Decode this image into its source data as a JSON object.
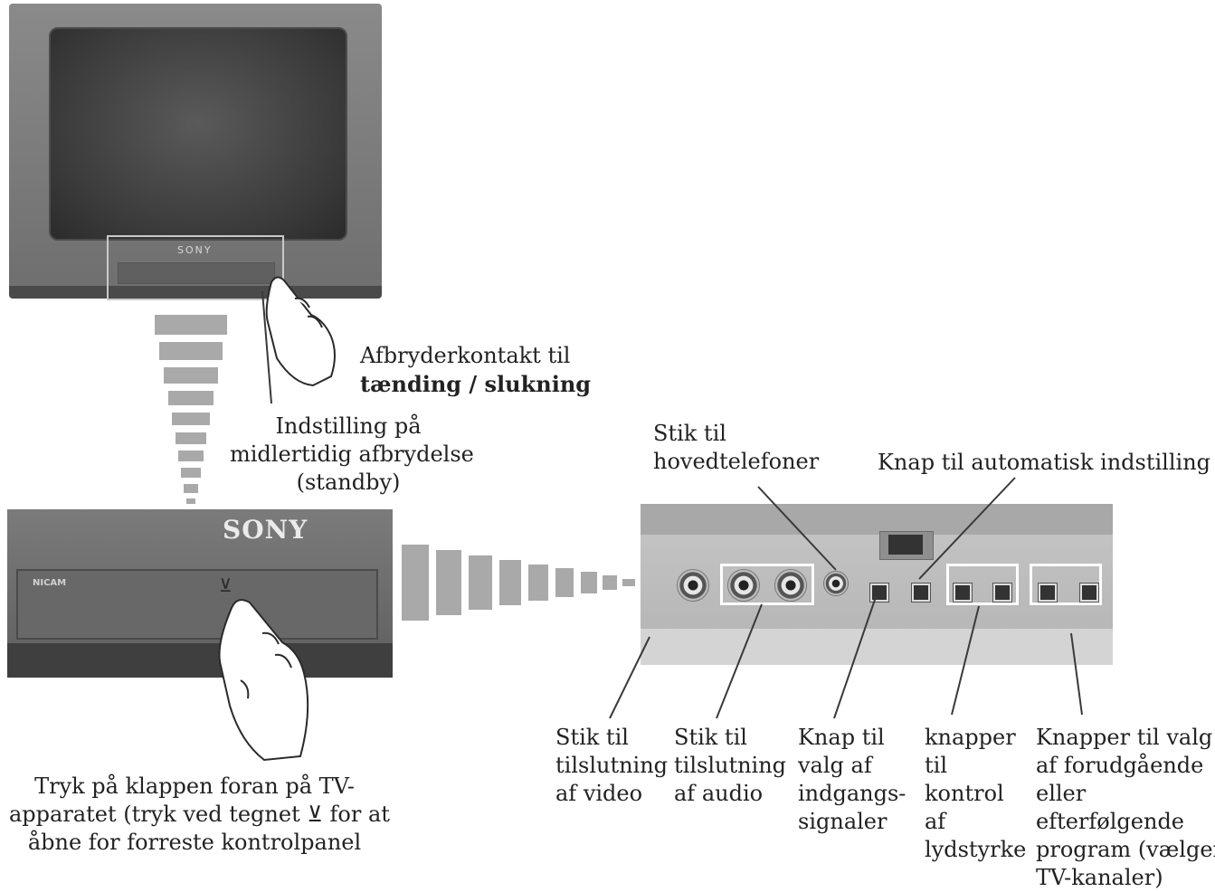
{
  "tv": {
    "brand": "SONY"
  },
  "front_panel": {
    "brand": "SONY",
    "flap_label": "NICAM",
    "flap_symbol": "⊻"
  },
  "labels": {
    "power": {
      "line1": "Afbryderkontakt til",
      "line2": "tænding / slukning"
    },
    "standby": {
      "line1": "Indstilling på",
      "line2": "midlertidig afbrydelse",
      "line3": "(standby)"
    },
    "headphones": {
      "line1": "Stik til",
      "line2": "hovedtelefoner"
    },
    "auto_tune": {
      "line1": "Knap til automatisk indstilling"
    },
    "front_flap": {
      "line1": "Tryk på klappen foran på TV-",
      "line2": "apparatet (tryk ved tegnet ⊻ for at",
      "line3": "åbne for forreste kontrolpanel"
    },
    "video_in": {
      "line1": "Stik til",
      "line2": "tilslutning",
      "line3": "af video"
    },
    "audio_in": {
      "line1": "Stik til",
      "line2": "tilslutning",
      "line3": "af audio"
    },
    "input_select": {
      "line1": "Knap til",
      "line2": "valg af",
      "line3": "indgangs-",
      "line4": "signaler"
    },
    "volume": {
      "line1": "knapper",
      "line2": "til",
      "line3": "kontrol",
      "line4": "af",
      "line5": "lydstyrke"
    },
    "program": {
      "line1": "Knapper til valg",
      "line2": "af forudgående",
      "line3": "eller",
      "line4": "efterfølgende",
      "line5": "program (vælger",
      "line6": "TV-kanaler)"
    }
  },
  "colors": {
    "line": "#3a3a3a",
    "highlight_box": "#ffffff",
    "funnel": "#a9a9a9"
  },
  "icons": [
    "hand-pointer-icon",
    "tv-set-icon",
    "flap-arrow-icon"
  ]
}
